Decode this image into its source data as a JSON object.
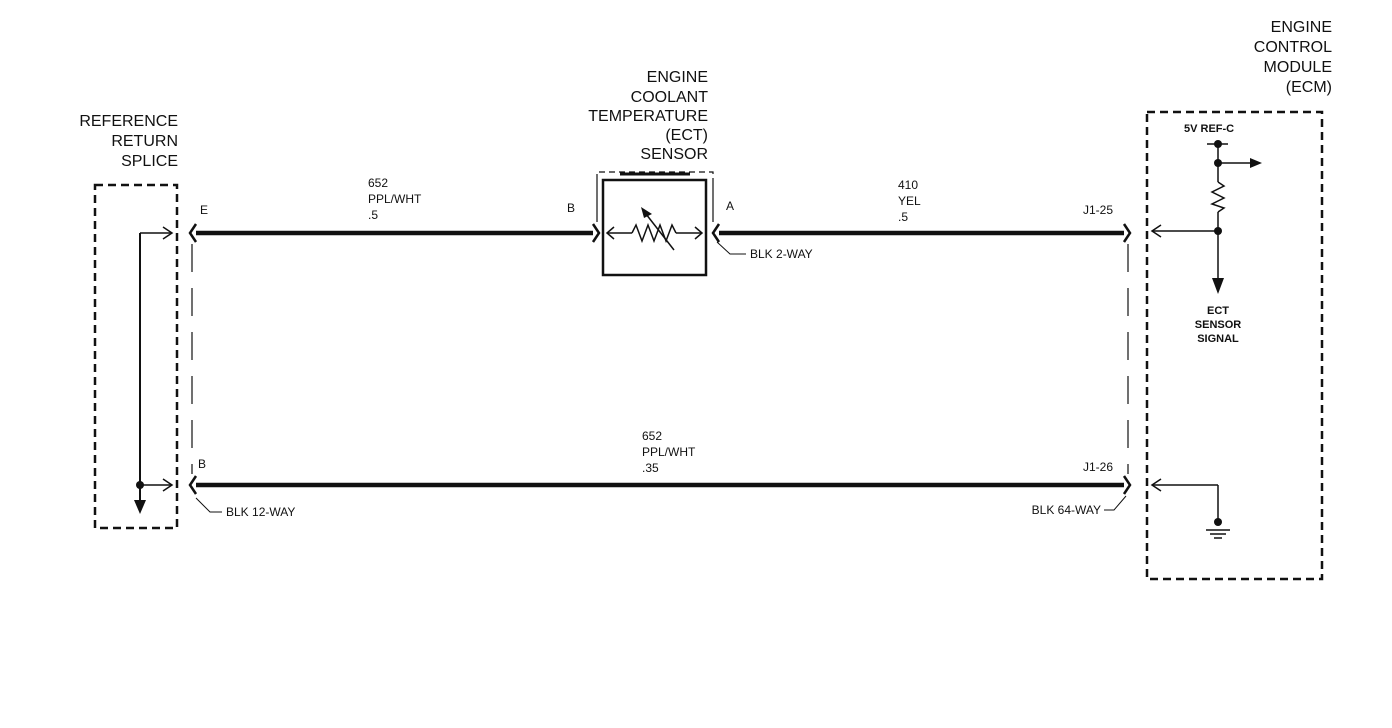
{
  "components": {
    "splice": {
      "title": [
        "REFERENCE",
        "RETURN",
        "SPLICE"
      ]
    },
    "sensor": {
      "title": [
        "ENGINE",
        "COOLANT",
        "TEMPERATURE",
        "(ECT)",
        "SENSOR"
      ],
      "pin_b": "B",
      "pin_a": "A",
      "connector": "BLK 2-WAY"
    },
    "ecm": {
      "title": [
        "ENGINE",
        "CONTROL",
        "MODULE",
        "(ECM)"
      ],
      "ref_label": "5V REF-C",
      "signal_label": [
        "ECT",
        "SENSOR",
        "SIGNAL"
      ]
    }
  },
  "wires": {
    "w1": {
      "circuit": "652",
      "color": "PPL/WHT",
      "gauge": ".5"
    },
    "w2": {
      "circuit": "410",
      "color": "YEL",
      "gauge": ".5"
    },
    "w3": {
      "circuit": "652",
      "color": "PPL/WHT",
      "gauge": ".35"
    }
  },
  "pins": {
    "splice_e": "E",
    "splice_b": "B",
    "ecm_j1_25": "J1-25",
    "ecm_j1_26": "J1-26"
  },
  "connectors": {
    "left": "BLK 12-WAY",
    "right": "BLK 64-WAY"
  }
}
